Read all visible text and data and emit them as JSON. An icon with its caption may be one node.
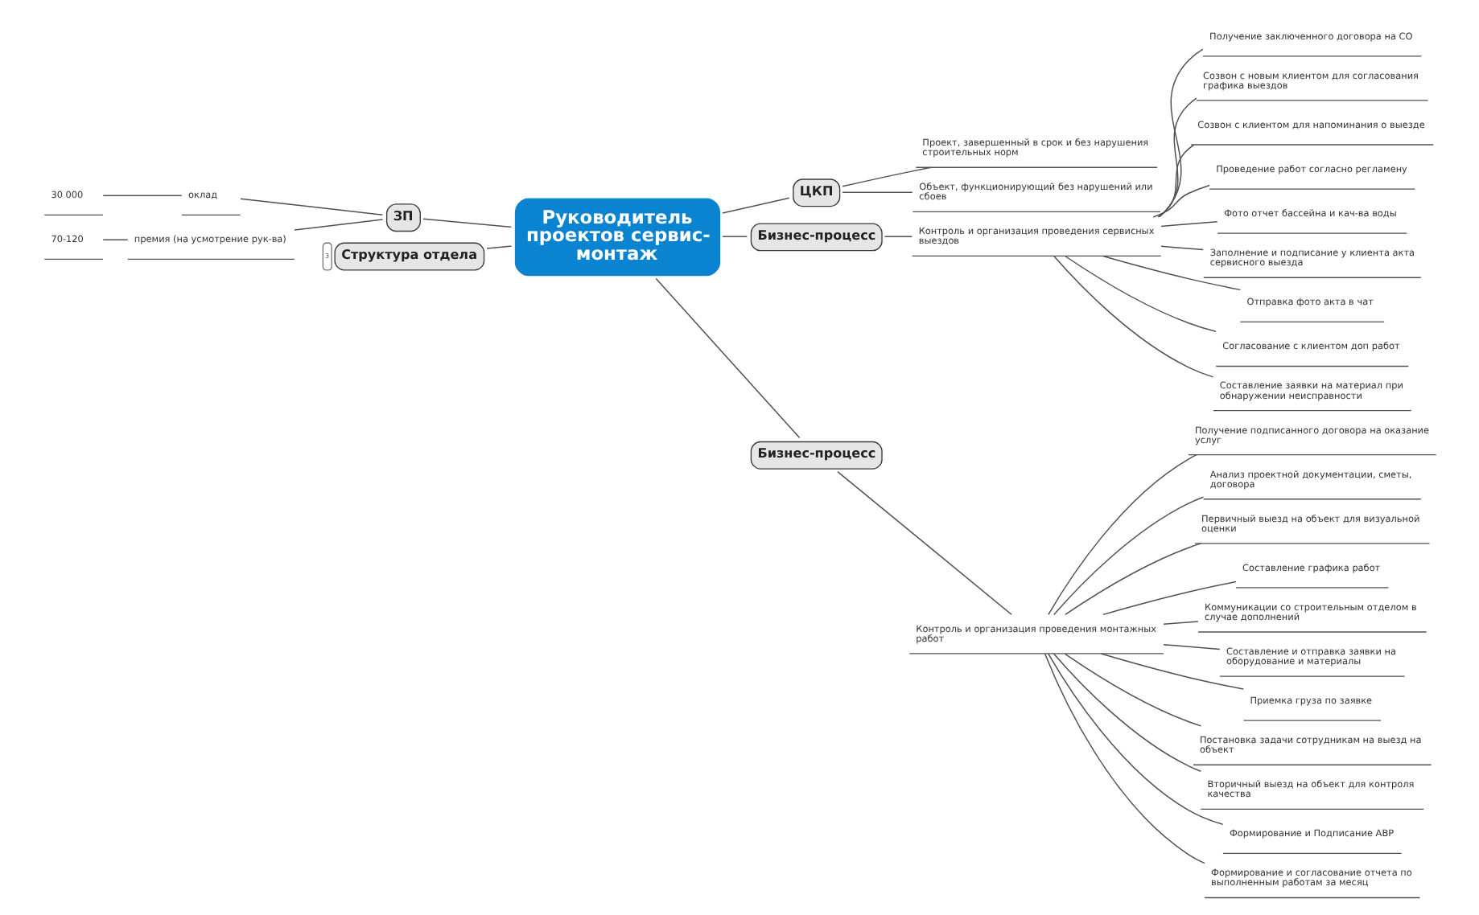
{
  "diagram": {
    "nodes": [
      {
        "text": [
          "Руководитель проектов сервис-монтаж"
        ]
      },
      {
        "text": [
          "ЦКП"
        ]
      },
      {
        "text": [
          "Проект, завершенный в срок и без нарушения строительных норм"
        ]
      },
      {
        "text": [
          "Объект, функционирующий без нарушений или сбоев"
        ]
      },
      {
        "text": [
          "Бизнес-процесс"
        ]
      },
      {
        "text": [
          "Контроль и организация проведения сервисных выездов"
        ]
      },
      {
        "text": [
          "Получение заключенного договора на СО"
        ]
      },
      {
        "text": [
          "Созвон с новым клиентом для согласования графика выездов"
        ]
      },
      {
        "text": [
          "Созвон с клиентом для напоминания о выезде"
        ]
      },
      {
        "text": [
          "Проведение работ согласно регламену"
        ]
      },
      {
        "text": [
          "Фото отчет бассейна и кач-ва воды"
        ]
      },
      {
        "text": [
          "Заполнение и подписание у клиента акта сервисного выезда"
        ]
      },
      {
        "text": [
          "Отправка фото акта в чат"
        ]
      },
      {
        "text": [
          "Согласование с клиентом доп работ"
        ]
      },
      {
        "text": [
          "Составление заявки на материал при обнаружении неисправности"
        ]
      },
      {
        "text": [
          "Бизнес-процесс"
        ]
      },
      {
        "text": [
          "Контроль и организация проведения монтажных работ"
        ]
      },
      {
        "text": [
          "Получение подписанного договора на оказание услуг"
        ]
      },
      {
        "text": [
          "Анализ проектной документации, сметы, договора"
        ]
      },
      {
        "text": [
          "Первичный выезд на объект для визуальной оценки"
        ]
      },
      {
        "text": [
          "Составление графика работ"
        ]
      },
      {
        "text": [
          "Коммуникации со строительным отделом в случае дополнений"
        ]
      },
      {
        "text": [
          "Составление и отправка заявки на оборудование и материалы"
        ]
      },
      {
        "text": [
          "Приемка груза по заявке"
        ]
      },
      {
        "text": [
          "Постановка задачи сотрудникам на выезд на объект"
        ]
      },
      {
        "text": [
          "Вторичный выезд на объект для контроля качества"
        ]
      },
      {
        "text": [
          "Формирование и Подписание АВР"
        ]
      },
      {
        "text": [
          "Формирование и согласование отчета по выполненным работам за месяц"
        ]
      },
      {
        "text": [
          "ЗП"
        ]
      },
      {
        "text": [
          "оклад"
        ]
      },
      {
        "text": [
          "30 000"
        ]
      },
      {
        "text": [
          "премия (на усмотрение рук-ва)"
        ]
      },
      {
        "text": [
          "70-120"
        ]
      },
      {
        "text": [
          "Структура отдела"
        ],
        "beside": [
          "3"
        ]
      }
    ],
    "edges": [
      {
        "from": 0,
        "to": 1,
        "arrow": "none"
      },
      {
        "from": 1,
        "to": 2,
        "arrow": "none"
      },
      {
        "from": 1,
        "to": 3,
        "arrow": "none"
      },
      {
        "from": 0,
        "to": 4,
        "arrow": "none"
      },
      {
        "from": 4,
        "to": 5,
        "arrow": "none"
      },
      {
        "from": 5,
        "to": 6,
        "arrow": "none"
      },
      {
        "from": 5,
        "to": 7,
        "arrow": "none"
      },
      {
        "from": 5,
        "to": 8,
        "arrow": "none"
      },
      {
        "from": 5,
        "to": 9,
        "arrow": "none"
      },
      {
        "from": 5,
        "to": 10,
        "arrow": "none"
      },
      {
        "from": 5,
        "to": 11,
        "arrow": "none"
      },
      {
        "from": 5,
        "to": 12,
        "arrow": "none"
      },
      {
        "from": 5,
        "to": 13,
        "arrow": "none"
      },
      {
        "from": 5,
        "to": 14,
        "arrow": "none"
      },
      {
        "from": 0,
        "to": 15,
        "arrow": "none"
      },
      {
        "from": 15,
        "to": 16,
        "arrow": "none"
      },
      {
        "from": 16,
        "to": 17,
        "arrow": "none"
      },
      {
        "from": 16,
        "to": 18,
        "arrow": "none"
      },
      {
        "from": 16,
        "to": 19,
        "arrow": "none"
      },
      {
        "from": 16,
        "to": 20,
        "arrow": "none"
      },
      {
        "from": 16,
        "to": 21,
        "arrow": "none"
      },
      {
        "from": 16,
        "to": 22,
        "arrow": "none"
      },
      {
        "from": 16,
        "to": 23,
        "arrow": "none"
      },
      {
        "from": 16,
        "to": 24,
        "arrow": "none"
      },
      {
        "from": 16,
        "to": 25,
        "arrow": "none"
      },
      {
        "from": 16,
        "to": 26,
        "arrow": "none"
      },
      {
        "from": 16,
        "to": 27,
        "arrow": "none"
      },
      {
        "from": 28,
        "to": 0,
        "arrow": "none"
      },
      {
        "from": 29,
        "to": 28,
        "arrow": "none"
      },
      {
        "from": 30,
        "to": 29,
        "arrow": "none"
      },
      {
        "from": 31,
        "to": 28,
        "arrow": "none"
      },
      {
        "from": 32,
        "to": 31,
        "arrow": "none"
      },
      {
        "from": 33,
        "to": 0,
        "arrow": "none"
      }
    ]
  }
}
